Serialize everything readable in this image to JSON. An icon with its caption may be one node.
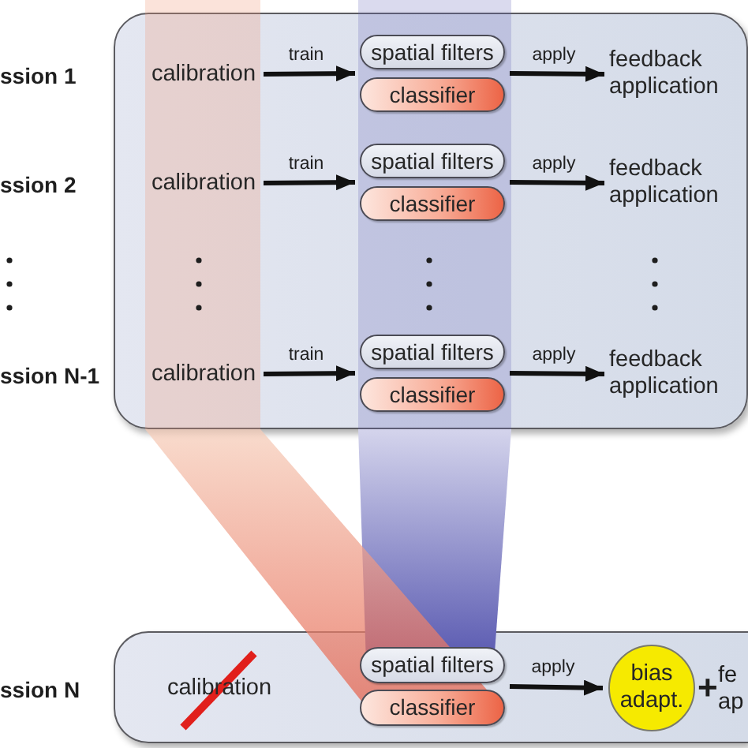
{
  "diagram": {
    "nodes": [
      {
        "text": [],
        "shape": "box"
      },
      {
        "text": [
          "calibration"
        ],
        "in": 0
      },
      {
        "text": [
          "spatial filters"
        ],
        "in": 0
      },
      {
        "text": [
          "classifier"
        ],
        "in": 0
      },
      {
        "text": [
          "feedback application"
        ],
        "in": 0
      },
      {
        "text": [
          "calibration"
        ],
        "in": 0
      },
      {
        "text": [
          "spatial filters"
        ],
        "in": 0
      },
      {
        "text": [
          "classifier"
        ],
        "in": 0
      },
      {
        "text": [
          "feedback application"
        ],
        "in": 0
      },
      {
        "text": [
          "calibration"
        ],
        "in": 0
      },
      {
        "text": [
          "spatial filters"
        ],
        "in": 0
      },
      {
        "text": [
          "classifier"
        ],
        "in": 0
      },
      {
        "text": [
          "feedback application"
        ],
        "in": 0
      },
      {
        "text": [],
        "shape": "box"
      },
      {
        "text": [
          "calibration"
        ],
        "in": 13
      },
      {
        "text": [
          "spatial filters"
        ],
        "in": 13
      },
      {
        "text": [
          "classifier"
        ],
        "in": 13
      },
      {
        "text": [
          "bias adapt."
        ],
        "in": 13
      }
    ],
    "edges": [
      {
        "from": 1,
        "to": 2,
        "arrow": "to",
        "label": "train"
      },
      {
        "from": 1,
        "to": 3,
        "arrow": "to"
      },
      {
        "from": 2,
        "to": 4,
        "arrow": "to",
        "label": "apply"
      },
      {
        "from": 3,
        "to": 4,
        "arrow": "to"
      },
      {
        "from": 5,
        "to": 6,
        "arrow": "to",
        "label": "train"
      },
      {
        "from": 5,
        "to": 7,
        "arrow": "to"
      },
      {
        "from": 6,
        "to": 8,
        "arrow": "to",
        "label": "apply"
      },
      {
        "from": 7,
        "to": 8,
        "arrow": "to"
      },
      {
        "from": 9,
        "to": 10,
        "arrow": "to",
        "label": "train"
      },
      {
        "from": 9,
        "to": 11,
        "arrow": "to"
      },
      {
        "from": 10,
        "to": 12,
        "arrow": "to",
        "label": "apply"
      },
      {
        "from": 11,
        "to": 12,
        "arrow": "to"
      },
      {
        "from": 15,
        "to": 17,
        "arrow": "to",
        "label": "apply"
      },
      {
        "from": 16,
        "to": 17,
        "arrow": "to"
      }
    ],
    "labels": [
      "ssion 1",
      "ssion 2",
      "ssion N-1",
      "ssion N",
      "+",
      "fe ap"
    ]
  }
}
